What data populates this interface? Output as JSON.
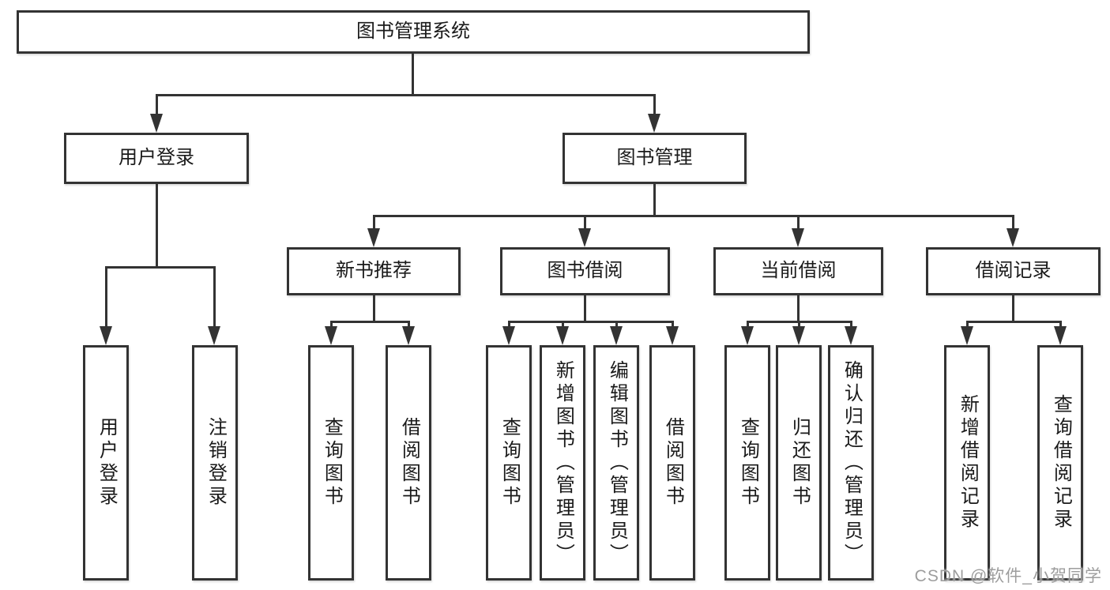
{
  "diagram": {
    "root": {
      "label": "图书管理系统"
    },
    "children": [
      {
        "label": "用户登录",
        "children": [
          {
            "label": "用户登录"
          },
          {
            "label": "注销登录"
          }
        ]
      },
      {
        "label": "图书管理",
        "children": [
          {
            "label": "新书推荐",
            "children": [
              {
                "label": "查询图书"
              },
              {
                "label": "借阅图书"
              }
            ]
          },
          {
            "label": "图书借阅",
            "children": [
              {
                "label": "查询图书"
              },
              {
                "label": "新增图书（管理员）"
              },
              {
                "label": "编辑图书（管理员）"
              },
              {
                "label": "借阅图书"
              }
            ]
          },
          {
            "label": "当前借阅",
            "children": [
              {
                "label": "查询图书"
              },
              {
                "label": "归还图书"
              },
              {
                "label": "确认归还（管理员）"
              }
            ]
          },
          {
            "label": "借阅记录",
            "children": [
              {
                "label": "新增借阅记录"
              },
              {
                "label": "查询借阅记录"
              }
            ]
          }
        ]
      }
    ]
  },
  "watermark": {
    "text": "CSDN @软件_小贺同学"
  },
  "colors": {
    "line": "#333333",
    "box_border": "#333333",
    "text": "#1a1a1a",
    "background": "#ffffff",
    "watermark": "#9d9d9d"
  }
}
